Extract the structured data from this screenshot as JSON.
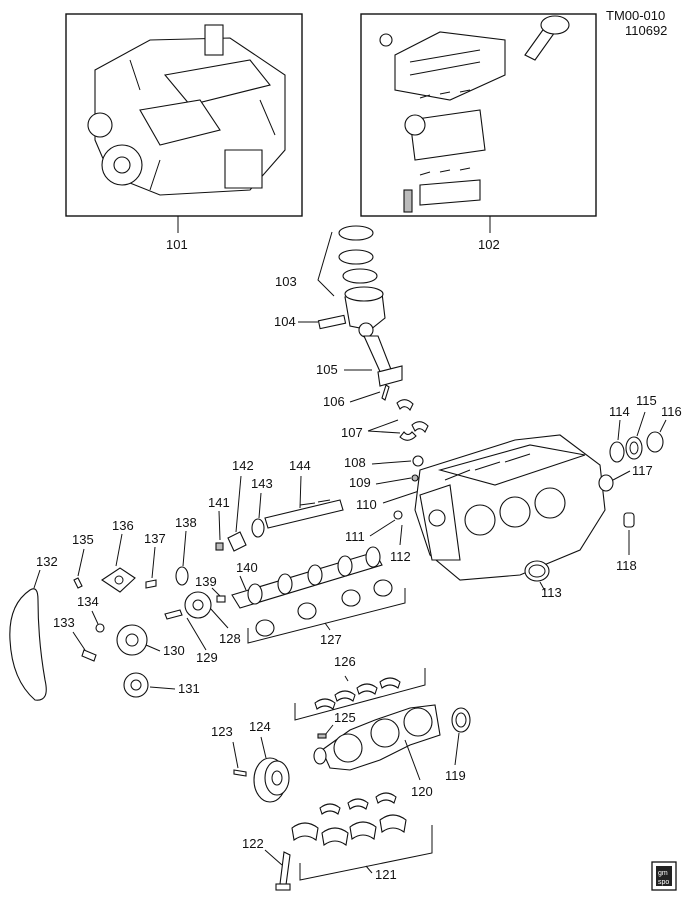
{
  "header": {
    "code": "TM00-010",
    "number": "110692"
  },
  "labels": {
    "p101": "101",
    "p102": "102",
    "p103": "103",
    "p104": "104",
    "p105": "105",
    "p106": "106",
    "p107": "107",
    "p108": "108",
    "p109": "109",
    "p110": "110",
    "p111": "111",
    "p112": "112",
    "p113": "113",
    "p114": "114",
    "p115": "115",
    "p116": "116",
    "p117": "117",
    "p118": "118",
    "p119": "119",
    "p120": "120",
    "p121": "121",
    "p122": "122",
    "p123": "123",
    "p124": "124",
    "p125": "125",
    "p126": "126",
    "p127": "127",
    "p128": "128",
    "p129": "129",
    "p130": "130",
    "p131": "131",
    "p132": "132",
    "p133": "133",
    "p134": "134",
    "p135": "135",
    "p136": "136",
    "p137": "137",
    "p138": "138",
    "p139": "139",
    "p140": "140",
    "p141": "141",
    "p142": "142",
    "p143": "143",
    "p144": "144"
  },
  "logo": {
    "text_top": "gm",
    "text_bottom": "spo"
  },
  "icons": {
    "logo": "gm-spo-logo-icon"
  }
}
